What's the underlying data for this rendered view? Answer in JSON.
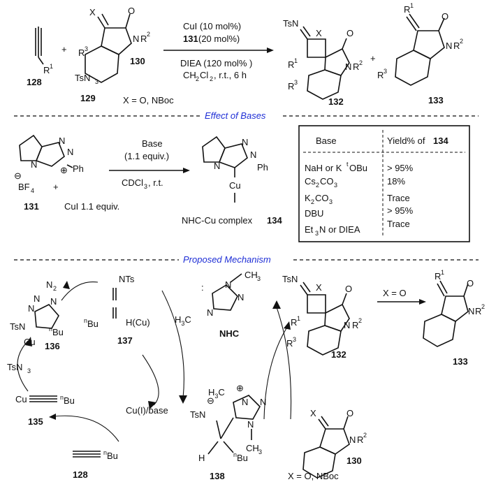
{
  "reaction": {
    "alkyne_R": "R",
    "alkyne_R_sup": "1",
    "alkyne_label": "128",
    "tsn3": "TsN",
    "tsn3_sub": "3",
    "tsn3_label": "129",
    "plus": "+",
    "oxindole_X": "X",
    "oxindole_label": "130",
    "oxindole_R2": "R",
    "oxindole_R2_sup": "2",
    "oxindole_R3": "R",
    "oxindole_R3_sup": "3",
    "x_def": "X = O, NBoc",
    "cond1": "CuI (10 mol%)",
    "cond2_label": "131",
    "cond2_rest": " (20 mol%)",
    "cond3": "DIEA (120 mol% )",
    "cond4": "CH",
    "cond4_sub": "2",
    "cond4_b": "Cl",
    "cond4_sub2": "2",
    "cond4_c": ", r.t., 6 h",
    "prod1_label": "132",
    "prod2_label": "133"
  },
  "bases_section": {
    "title": "Effect of Bases",
    "catalyst_label": "131",
    "bf4": "BF",
    "bf4_sub": "4",
    "ph": "Ph",
    "cui": "CuI 1.1 equiv.",
    "base": "Base",
    "base_equiv": "(1.1 equiv.)",
    "solvent": "CDCl",
    "solvent_sub": "3",
    "solvent_rest": ", r.t.",
    "cu": "Cu",
    "complex_text": "NHC-Cu complex ",
    "complex_label": "134",
    "table_header_base": "Base",
    "table_header_yield": "Yield% of ",
    "table_header_num": "134",
    "rows": [
      {
        "base": "NaH or K",
        "base_sup": "t",
        "base_rest": "OBu",
        "yield": "> 95%"
      },
      {
        "base": "Cs",
        "base_sub": "2",
        "base_rest": "CO",
        "base_sub2": "3",
        "yield": "18%"
      },
      {
        "base": "K",
        "base_sub": "2",
        "base_rest": "CO",
        "base_sub2": "3",
        "yield": "Trace"
      },
      {
        "base": "DBU",
        "yield": "> 95%"
      },
      {
        "base": "Et",
        "base_sub": "3",
        "base_rest": "N or DIEA",
        "yield": "Trace"
      }
    ]
  },
  "mechanism": {
    "title": "Proposed Mechanism",
    "n2": "N",
    "n2_sub": "2",
    "nts": "NTs",
    "nbu": "Bu",
    "n_sup": "n",
    "hcu": "H(Cu)",
    "label_137": "137",
    "label_136": "136",
    "label_135": "135",
    "label_128": "128",
    "label_138": "138",
    "label_132": "132",
    "label_133": "133",
    "label_130": "130",
    "tsn3": "TsN",
    "tsn3_sub": "3",
    "cu": "Cu",
    "cu_base": "Cu(I)/base",
    "nhc": "NHC",
    "ch3": "CH",
    "ch3_sub": "3",
    "h3c": "H",
    "h3c_sub": "3",
    "h3c_c": "C",
    "tsn": "TsN",
    "x_eq_o": "X = O",
    "x_def": "X = O, NBoc",
    "h": "H"
  }
}
